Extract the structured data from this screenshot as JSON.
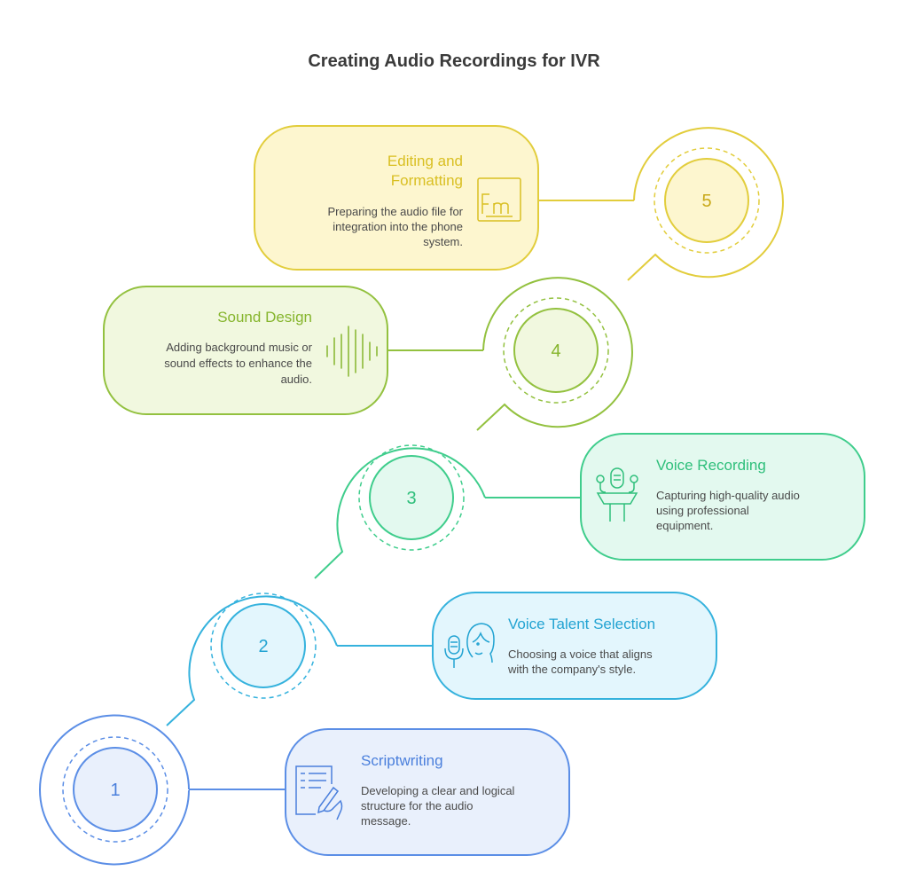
{
  "title": "Creating Audio Recordings for IVR",
  "steps": [
    {
      "number": "1",
      "title": "Scriptwriting",
      "description": [
        "Developing a clear and logical",
        "structure for the audio",
        "message."
      ],
      "icon": "script-writing-icon",
      "color": "#5b8ee6",
      "fill": "#e9f0fc"
    },
    {
      "number": "2",
      "title": "Voice Talent Selection",
      "description": [
        "Choosing a voice that aligns",
        "with the company's style."
      ],
      "icon": "voice-talent-icon",
      "color": "#35b2dd",
      "fill": "#e3f6fd"
    },
    {
      "number": "3",
      "title": "Voice Recording",
      "description": [
        "Capturing high-quality audio",
        "using professional",
        "equipment."
      ],
      "icon": "microphone-icon",
      "color": "#3fcd8c",
      "fill": "#e3f9ef"
    },
    {
      "number": "4",
      "title": "Sound Design",
      "description": [
        "Adding background music or",
        "sound effects to enhance the",
        "audio."
      ],
      "icon": "sound-wave-icon",
      "color": "#93c13f",
      "fill": "#f1f8df"
    },
    {
      "number": "5",
      "title": "Editing and",
      "title_line2": "Formatting",
      "description": [
        "Preparing the audio file for",
        "integration into the phone",
        "system."
      ],
      "icon": "format-icon",
      "color": "#e2cd3c",
      "fill": "#fdf6cf"
    }
  ]
}
